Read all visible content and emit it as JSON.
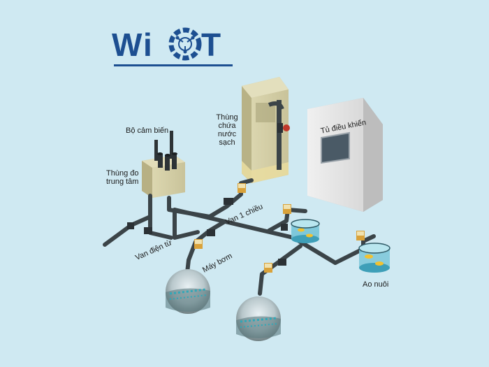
{
  "brand": {
    "logo_text": "WiOT",
    "color": "#1d4f91"
  },
  "labels": {
    "sensor": "Bộ cảm biến",
    "central_tank": [
      "Thùng đo",
      "trung tâm"
    ],
    "clean_tank": [
      "Thùng",
      "chứa",
      "nước",
      "sạch"
    ],
    "control_cabinet": "Tủ điều khiển",
    "check_valve": "Van 1 chiều",
    "solenoid_valve": "Van điện từ",
    "pump": "Máy bơm",
    "pond": "Ao nuôi"
  },
  "colors": {
    "background": "#cfe9f2",
    "pipe": "#3b4448",
    "tank_glass": "#d7d2a8",
    "cabinet": "#e6e6e6",
    "water": "#6ec6d8",
    "fish": "#f2c230",
    "meter": "#d9a23a"
  }
}
